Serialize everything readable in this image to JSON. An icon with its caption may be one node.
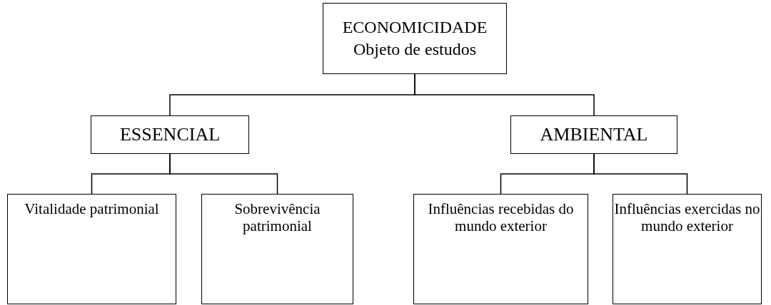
{
  "diagram": {
    "nodes": [
      {
        "text": [
          "ECONOMICIDADE",
          "Objeto de estudos"
        ]
      },
      {
        "text": [
          "ESSENCIAL"
        ]
      },
      {
        "text": [
          "AMBIENTAL"
        ]
      },
      {
        "text": [
          "Vitalidade patrimonial"
        ]
      },
      {
        "text": [
          "Sobrevivência patrimonial"
        ]
      },
      {
        "text": [
          "Influências recebidas do mundo exterior"
        ]
      },
      {
        "text": [
          "Influências exercidas no mundo exterior"
        ]
      }
    ],
    "edges": [
      {
        "from": 0,
        "to": 1,
        "arrow": "none"
      },
      {
        "from": 0,
        "to": 2,
        "arrow": "none"
      },
      {
        "from": 1,
        "to": 3,
        "arrow": "none"
      },
      {
        "from": 1,
        "to": 4,
        "arrow": "none"
      },
      {
        "from": 2,
        "to": 5,
        "arrow": "none"
      },
      {
        "from": 2,
        "to": 6,
        "arrow": "none"
      }
    ]
  }
}
